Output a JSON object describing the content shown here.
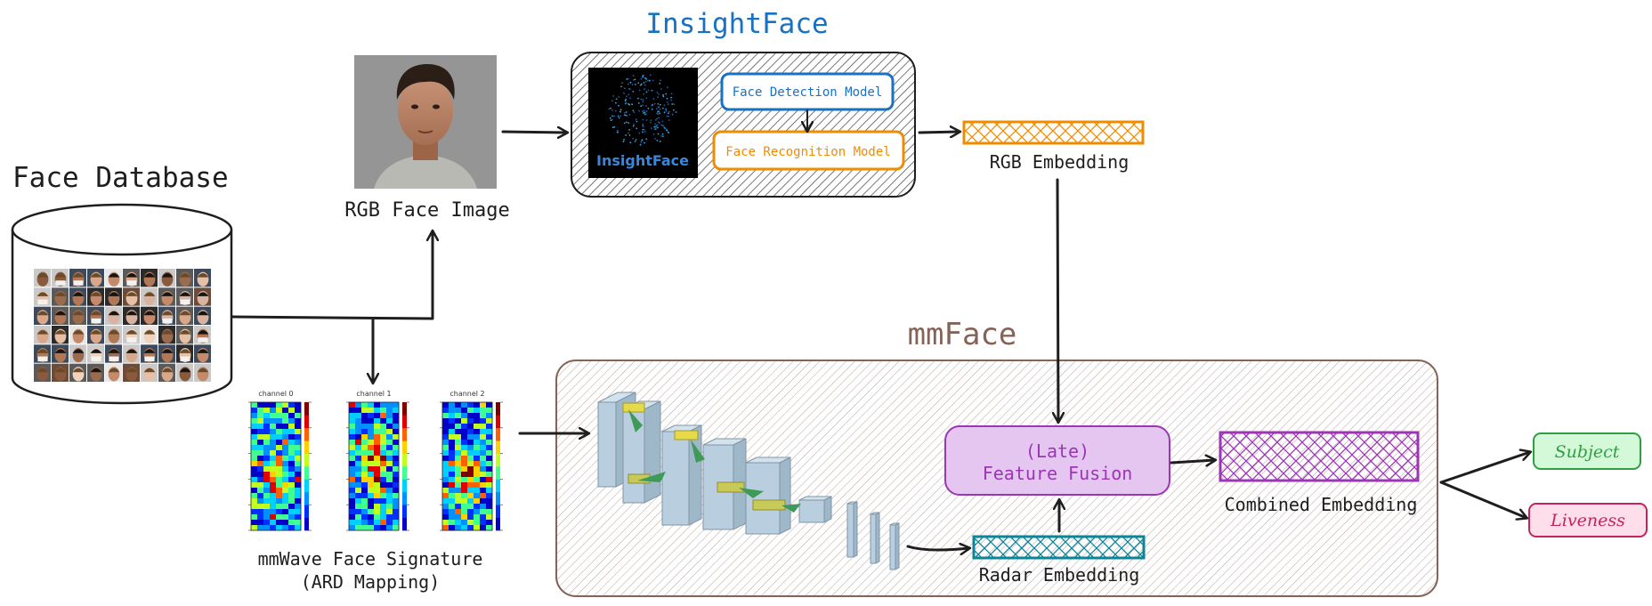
{
  "labels": {
    "face_database": "Face Database",
    "rgb_face_image": "RGB Face Image",
    "insightface_title": "InsightFace",
    "insightface_logo": "InsightFace",
    "face_detection_model": "Face Detection Model",
    "face_recognition_model": "Face Recognition Model",
    "rgb_embedding": "RGB Embedding",
    "mmface_title": "mmFace",
    "late": "(Late)",
    "feature_fusion": "Feature Fusion",
    "combined_embedding": "Combined Embedding",
    "radar_embedding": "Radar Embedding",
    "subject": "Subject",
    "liveness": "Liveness",
    "signature_line1": "mmWave Face Signature",
    "signature_line2": "(ARD Mapping)"
  },
  "heatmaps": [
    {
      "title": "channel 0"
    },
    {
      "title": "channel 1"
    },
    {
      "title": "channel 2"
    }
  ],
  "colors": {
    "insightface_blue": "#1971c2",
    "orange": "#f08c00",
    "mmface_brown": "#846358",
    "purple": "#9c36b5",
    "fusion_fill": "#e5c6f0",
    "teal": "#0c8599",
    "subject_green": "#2f9e44",
    "subject_fill": "#d3f9d8",
    "liveness_red": "#c2255c",
    "liveness_fill": "#ffdeeb"
  }
}
